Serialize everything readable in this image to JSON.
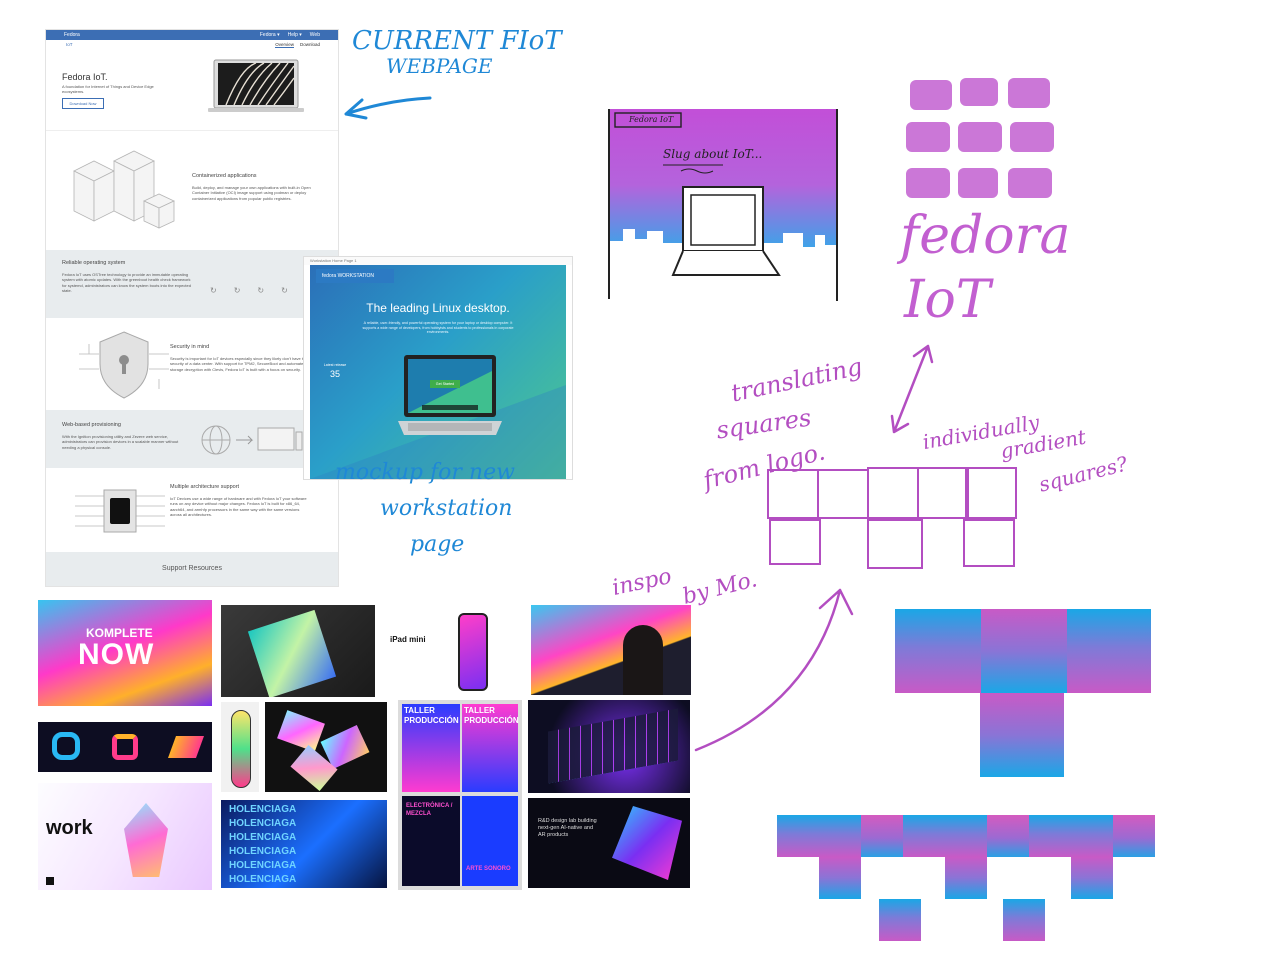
{
  "iot_page": {
    "topbar_brand": "Fedora",
    "topbar_nav": [
      "Fedora ▾",
      "Help ▾",
      "Web"
    ],
    "breadcrumb": "IoT",
    "tabs": [
      "Overview",
      "Download"
    ],
    "hero_title": "Fedora IoT.",
    "hero_tagline": "A foundation for Internet of Things and Device Edge ecosystems.",
    "download_button": "Download Now",
    "sections": [
      {
        "heading": "Containerized applications",
        "text": "Build, deploy, and manage your own applications with built-in Open Container Initiative (OCI) image support using podman or deploy containerized applications from popular public registries."
      },
      {
        "heading": "Reliable operating system",
        "text": "Fedora IoT uses OSTree technology to provide an immutable operating system with atomic updates. With the greenboot health check framework for systemd, administrators can know the system boots into the expected state."
      },
      {
        "heading": "Security in mind",
        "text": "Security is important for IoT devices especially since they likely don't have the security of a data center. With support for TPM2, SecureBoot and automated storage decryption with Clevis, Fedora IoT is built with a focus on security."
      },
      {
        "heading": "Web-based provisioning",
        "text": "With the Ignition provisioning utility and Zezere web service, administrators can provision devices in a scalable manner without needing a physical console."
      },
      {
        "heading": "Multiple architecture support",
        "text": "IoT Devices use a wide range of hardware and with Fedora IoT your software runs on any device without major changes. Fedora IoT is built for x86_64, aarch64, and armhfp processors in the same way with the same versions across all architectures."
      }
    ],
    "support_label": "Support Resources"
  },
  "ws_page": {
    "bar_text": "Workstation Home Page 1",
    "logo_text": "fedora WORKSTATION",
    "title": "The leading Linux desktop.",
    "subtitle": "A reliable, user-friendly, and powerful operating system for your laptop or desktop computer. It supports a wide range of developers, from hobbyists and students to professionals in corporate environments.",
    "badge_label": "Latest release",
    "badge_number": "35",
    "cta": "Get Started"
  },
  "notes": {
    "current_iot": "CURRENT FIoT",
    "current_iot_2": "WEBPAGE",
    "mockup_1": "mockup for new",
    "mockup_2": "workstation",
    "mockup_3": "page",
    "sketch_header": "Fedora IoT",
    "sketch_slug": "Slug about IoT...",
    "logo_word_1": "fedora",
    "logo_word_2": "IoT",
    "translating_1": "translating",
    "translating_2": "squares",
    "translating_3": "from logo.",
    "individually_1": "individually",
    "individually_2": "gradient",
    "individually_3": "squares?",
    "inspo_1": "inspo",
    "inspo_2": "by Mo."
  },
  "inspo": {
    "komplete": "KOMPLETE",
    "now": "NOW",
    "ipad_title": "iPad mini",
    "work": "work",
    "holenciaga": "HOLENCIAGA",
    "taller": "TALLER",
    "produccion": "PRODUCCIÓN",
    "electronica": "ELECTRÓNICA / MEZCLA",
    "arte": "ARTE SONORO",
    "rnd": "R&D design lab building next-gen AI-native and AR products"
  },
  "colors": {
    "fedora_blue": "#3c6eb4",
    "note_blue": "#1f88d6",
    "note_purple": "#b34ec1",
    "grad_blue": "#1aa7e6",
    "grad_pink": "#c85ac6"
  }
}
